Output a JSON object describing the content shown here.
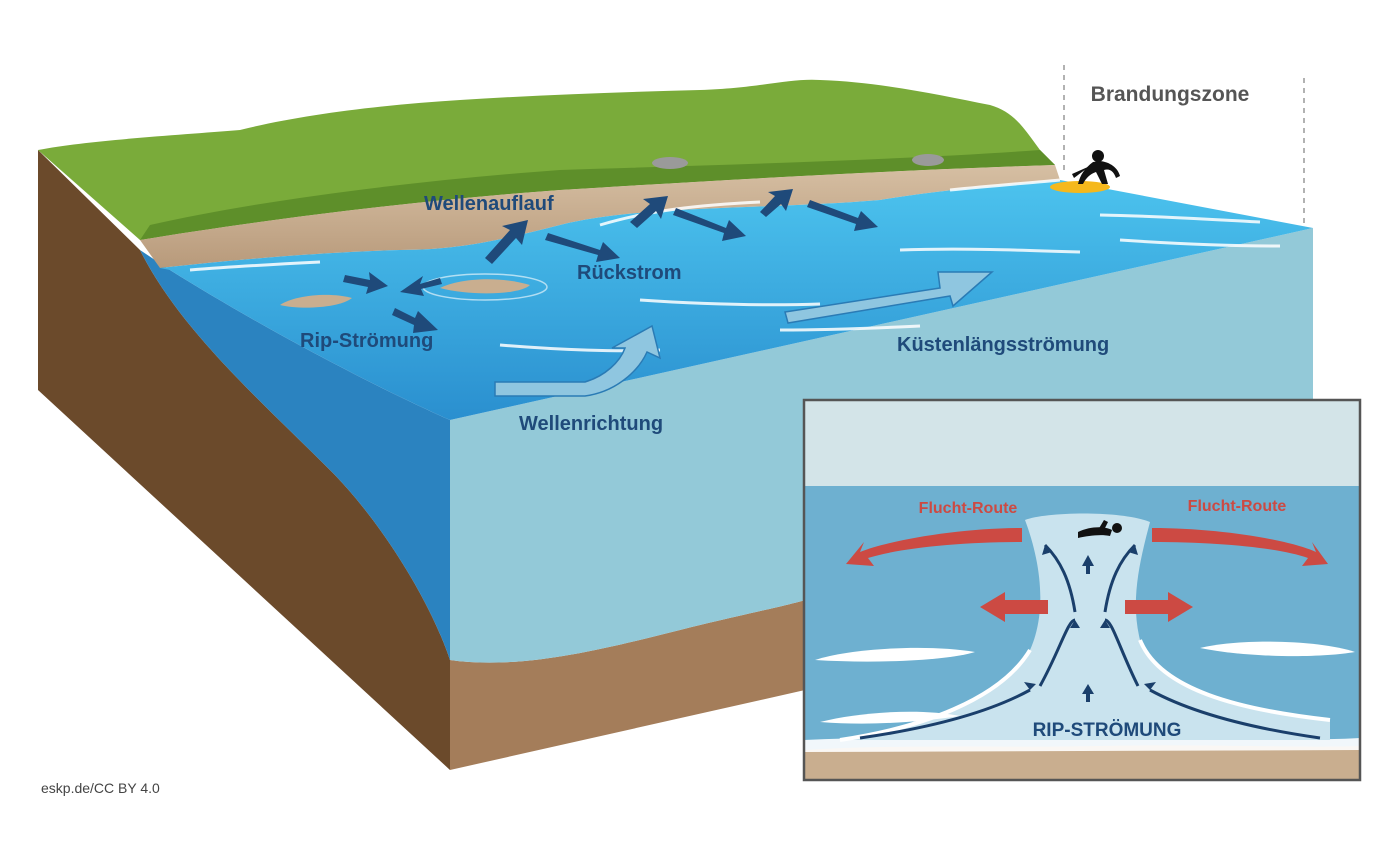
{
  "labels": {
    "brandungszone": "Brandungszone",
    "wellenauflauf": "Wellenauflauf",
    "rueckstrom": "Rückstrom",
    "rip_stroemung": "Rip-Strömung",
    "kuestenlaengsstroemung": "Küstenlängsströmung",
    "wellenrichtung": "Wellenrichtung"
  },
  "inset": {
    "escape_left": "Flucht-Route",
    "escape_right": "Flucht-Route",
    "rip_label": "RIP-STRÖMUNG"
  },
  "credit": "eskp.de/CC BY 4.0",
  "colors": {
    "grass": "#7aab3a",
    "sand": "#c9ae8f",
    "soil": "#6b4a2b",
    "water_surface": "#3fb6e6",
    "water_side": "#93c9d8",
    "arrow_dark": "#1f4a7a",
    "escape_red": "#cc4a43"
  }
}
